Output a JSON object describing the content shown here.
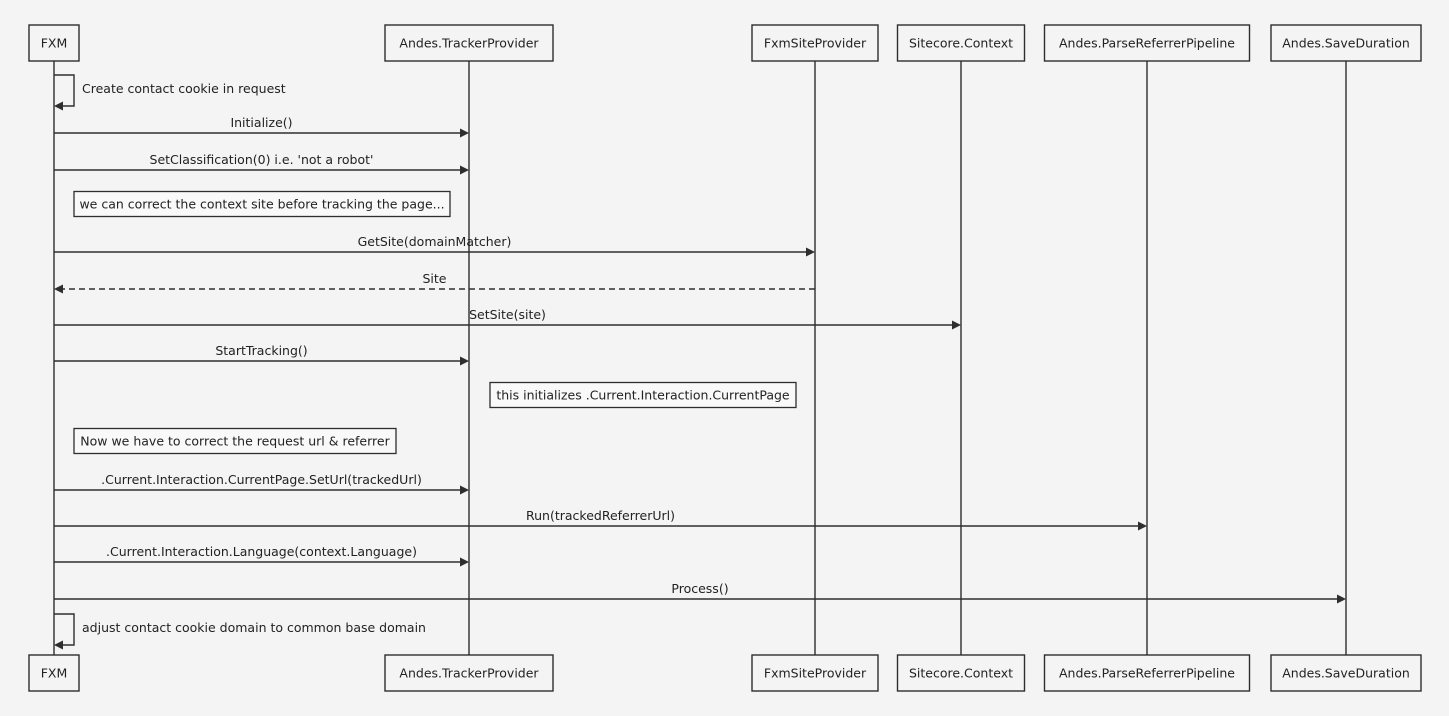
{
  "diagram": {
    "participants": [
      {
        "id": "fxm",
        "label": "FXM"
      },
      {
        "id": "tracker",
        "label": "Andes.TrackerProvider"
      },
      {
        "id": "site",
        "label": "FxmSiteProvider"
      },
      {
        "id": "context",
        "label": "Sitecore.Context"
      },
      {
        "id": "pipeline",
        "label": "Andes.ParseReferrerPipeline"
      },
      {
        "id": "duration",
        "label": "Andes.SaveDuration"
      }
    ],
    "steps": [
      {
        "kind": "self",
        "from": "fxm",
        "label": "Create contact cookie in request"
      },
      {
        "kind": "message",
        "from": "fxm",
        "to": "tracker",
        "label": "Initialize()"
      },
      {
        "kind": "message",
        "from": "fxm",
        "to": "tracker",
        "label": "SetClassification(0) i.e. 'not a robot'"
      },
      {
        "kind": "note",
        "over": "fxm",
        "label": "we can correct the context site before tracking the page..."
      },
      {
        "kind": "message",
        "from": "fxm",
        "to": "site",
        "label": "GetSite(domainMatcher)"
      },
      {
        "kind": "return",
        "from": "site",
        "to": "fxm",
        "label": "Site"
      },
      {
        "kind": "message",
        "from": "fxm",
        "to": "context",
        "label": "SetSite(site)"
      },
      {
        "kind": "message",
        "from": "fxm",
        "to": "tracker",
        "label": "StartTracking()"
      },
      {
        "kind": "note",
        "over": "tracker",
        "label": "this initializes .Current.Interaction.CurrentPage"
      },
      {
        "kind": "note",
        "over": "fxm",
        "label": "Now we have to correct the request url & referrer"
      },
      {
        "kind": "message",
        "from": "fxm",
        "to": "tracker",
        "label": ".Current.Interaction.CurrentPage.SetUrl(trackedUrl)"
      },
      {
        "kind": "message",
        "from": "fxm",
        "to": "pipeline",
        "label": "Run(trackedReferrerUrl)"
      },
      {
        "kind": "message",
        "from": "fxm",
        "to": "tracker",
        "label": ".Current.Interaction.Language(context.Language)"
      },
      {
        "kind": "message",
        "from": "fxm",
        "to": "duration",
        "label": "Process()"
      },
      {
        "kind": "self",
        "from": "fxm",
        "label": "adjust contact cookie domain to common base domain"
      }
    ]
  }
}
